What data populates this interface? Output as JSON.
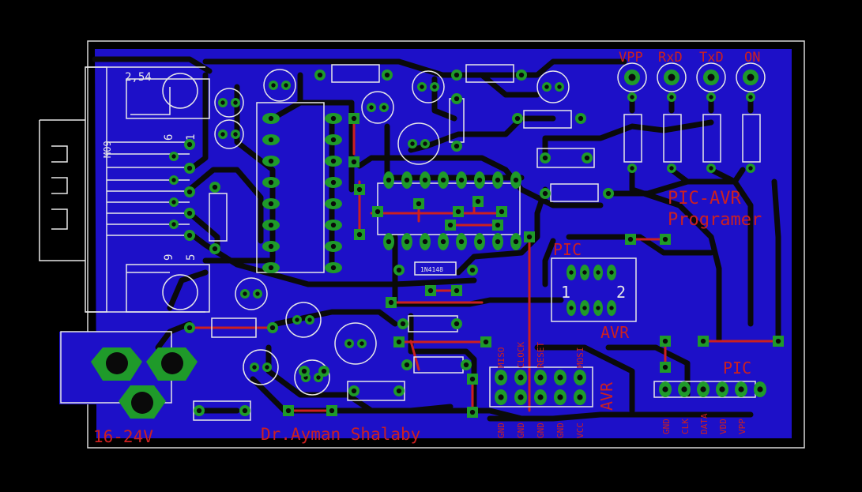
{
  "colors": {
    "background": "#000000",
    "board_outline": "#d8d8d8",
    "copper_pour": "#1d10c8",
    "trace": "#0a0a0a",
    "top_trace": "#cc2020",
    "pad": "#1f9a2a",
    "pad_hole": "#0a0a0a",
    "silkscreen": "#e8e8e8",
    "label_text": "#cc2020"
  },
  "labels": {
    "title_line1": "PIC-AVR",
    "title_line2": "Programer",
    "author": "Dr.Ayman Shalaby",
    "voltage": "16-24V",
    "pic_label": "PIC",
    "avr_label": "AVR",
    "pic_header_label": "PIC",
    "avr_header_label": "AVR",
    "socket_pin1": "1",
    "socket_pin2": "2",
    "led_vpp": "VPP",
    "led_rxd": "RxD",
    "led_txd": "TxD",
    "led_on": "ON",
    "conn_pin6": "6",
    "conn_pin1": "1",
    "conn_pin9": "9",
    "conn_pin5": "5",
    "conn_name": "M09",
    "dim_note": "2,54",
    "diode_part": "1N4148"
  },
  "avr_pins": {
    "top": [
      "MISO",
      "CLOCK",
      "RESET",
      "",
      "MOSI"
    ],
    "bottom": [
      "GND",
      "GND",
      "GND",
      "GND",
      "VCC"
    ]
  },
  "pic_pins": [
    "GND",
    "CLK",
    "DATA",
    "VDD",
    "VPP"
  ]
}
